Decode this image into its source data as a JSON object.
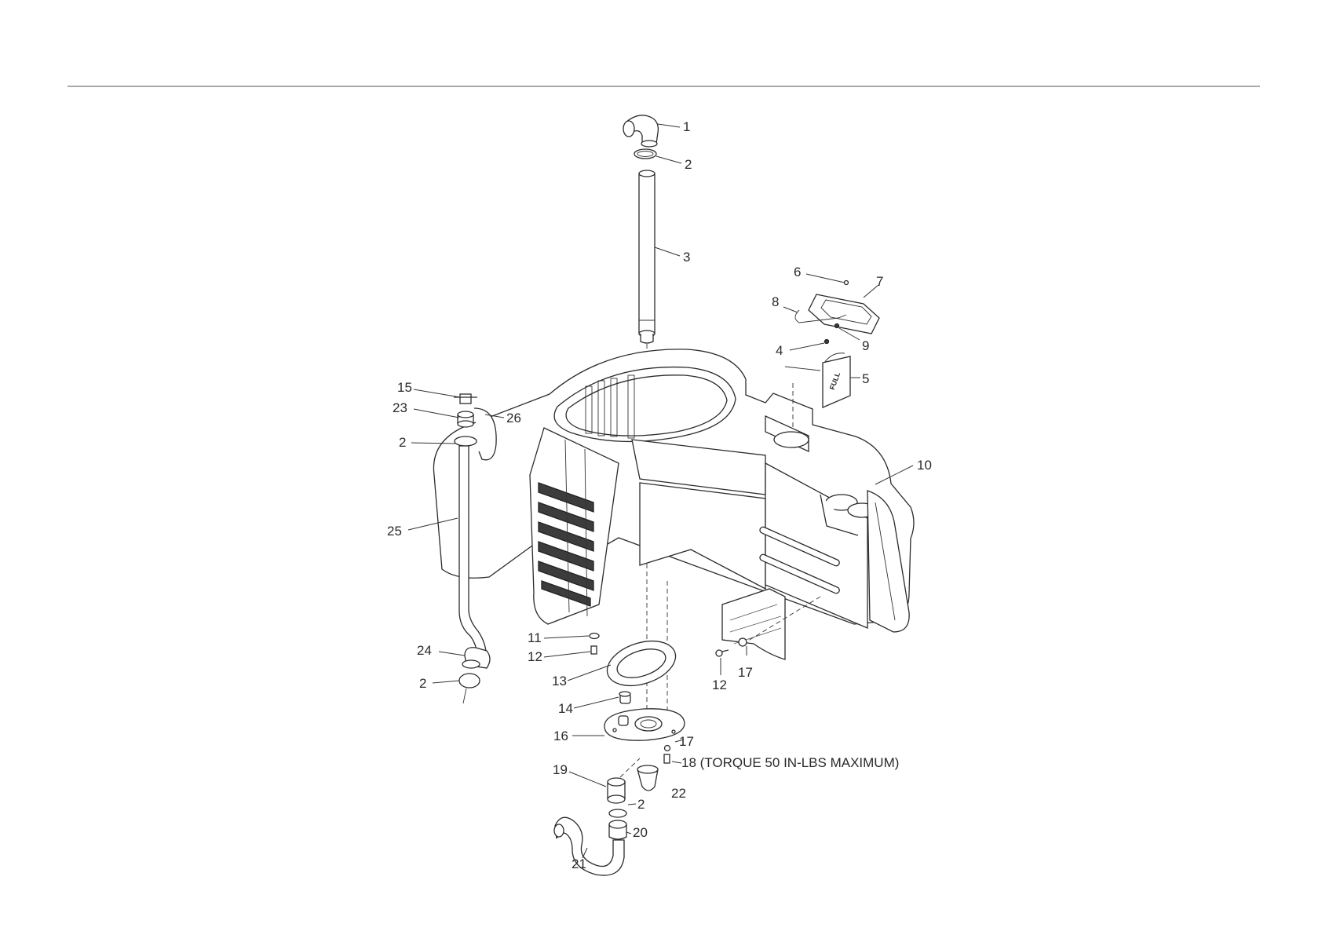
{
  "diagram": {
    "callouts": [
      {
        "id": "c1",
        "text": "1"
      },
      {
        "id": "c2a",
        "text": "2"
      },
      {
        "id": "c3",
        "text": "3"
      },
      {
        "id": "c6",
        "text": "6"
      },
      {
        "id": "c7",
        "text": "7"
      },
      {
        "id": "c8",
        "text": "8"
      },
      {
        "id": "c9",
        "text": "9"
      },
      {
        "id": "c4",
        "text": "4"
      },
      {
        "id": "c5",
        "text": "5"
      },
      {
        "id": "c15",
        "text": "15"
      },
      {
        "id": "c23",
        "text": "23"
      },
      {
        "id": "c26",
        "text": "26"
      },
      {
        "id": "c2b",
        "text": "2"
      },
      {
        "id": "c10",
        "text": "10"
      },
      {
        "id": "c25",
        "text": "25"
      },
      {
        "id": "c11",
        "text": "11"
      },
      {
        "id": "c12a",
        "text": "12"
      },
      {
        "id": "c24",
        "text": "24"
      },
      {
        "id": "c13",
        "text": "13"
      },
      {
        "id": "c12b",
        "text": "12"
      },
      {
        "id": "c17a",
        "text": "17"
      },
      {
        "id": "c2c",
        "text": "2"
      },
      {
        "id": "c14",
        "text": "14"
      },
      {
        "id": "c16",
        "text": "16"
      },
      {
        "id": "c17b",
        "text": "17"
      },
      {
        "id": "c18",
        "text": "18 (TORQUE 50 IN-LBS MAXIMUM)"
      },
      {
        "id": "c19",
        "text": "19"
      },
      {
        "id": "c22",
        "text": "22"
      },
      {
        "id": "c2d",
        "text": "2"
      },
      {
        "id": "c20",
        "text": "20"
      },
      {
        "id": "c21",
        "text": "21"
      }
    ],
    "decal_text": "FULL"
  }
}
